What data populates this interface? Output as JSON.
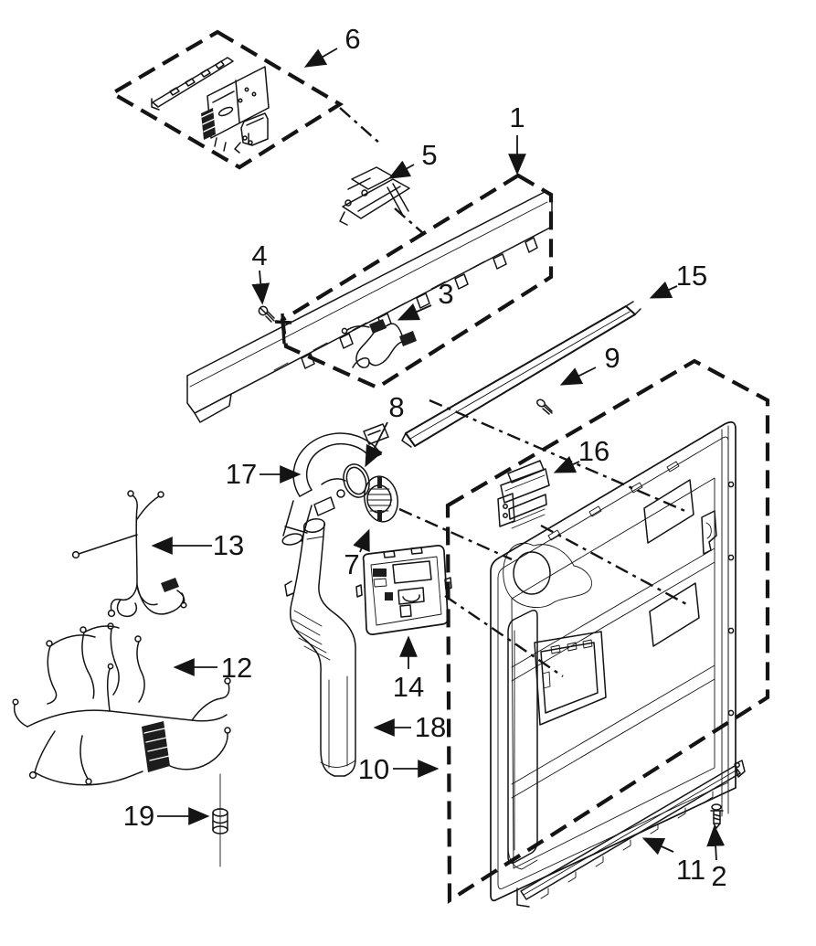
{
  "diagram": {
    "kind": "exploded-parts-diagram",
    "subject": "dishwasher-door-panel-assembly",
    "colors": {
      "ink": "#141414",
      "background": "#ffffff"
    }
  },
  "callouts": [
    {
      "label": "1"
    },
    {
      "label": "2"
    },
    {
      "label": "3"
    },
    {
      "label": "4"
    },
    {
      "label": "5"
    },
    {
      "label": "6"
    },
    {
      "label": "7"
    },
    {
      "label": "8"
    },
    {
      "label": "9"
    },
    {
      "label": "10"
    },
    {
      "label": "11"
    },
    {
      "label": "12"
    },
    {
      "label": "13"
    },
    {
      "label": "14"
    },
    {
      "label": "15"
    },
    {
      "label": "16"
    },
    {
      "label": "17"
    },
    {
      "label": "18"
    },
    {
      "label": "19"
    }
  ]
}
